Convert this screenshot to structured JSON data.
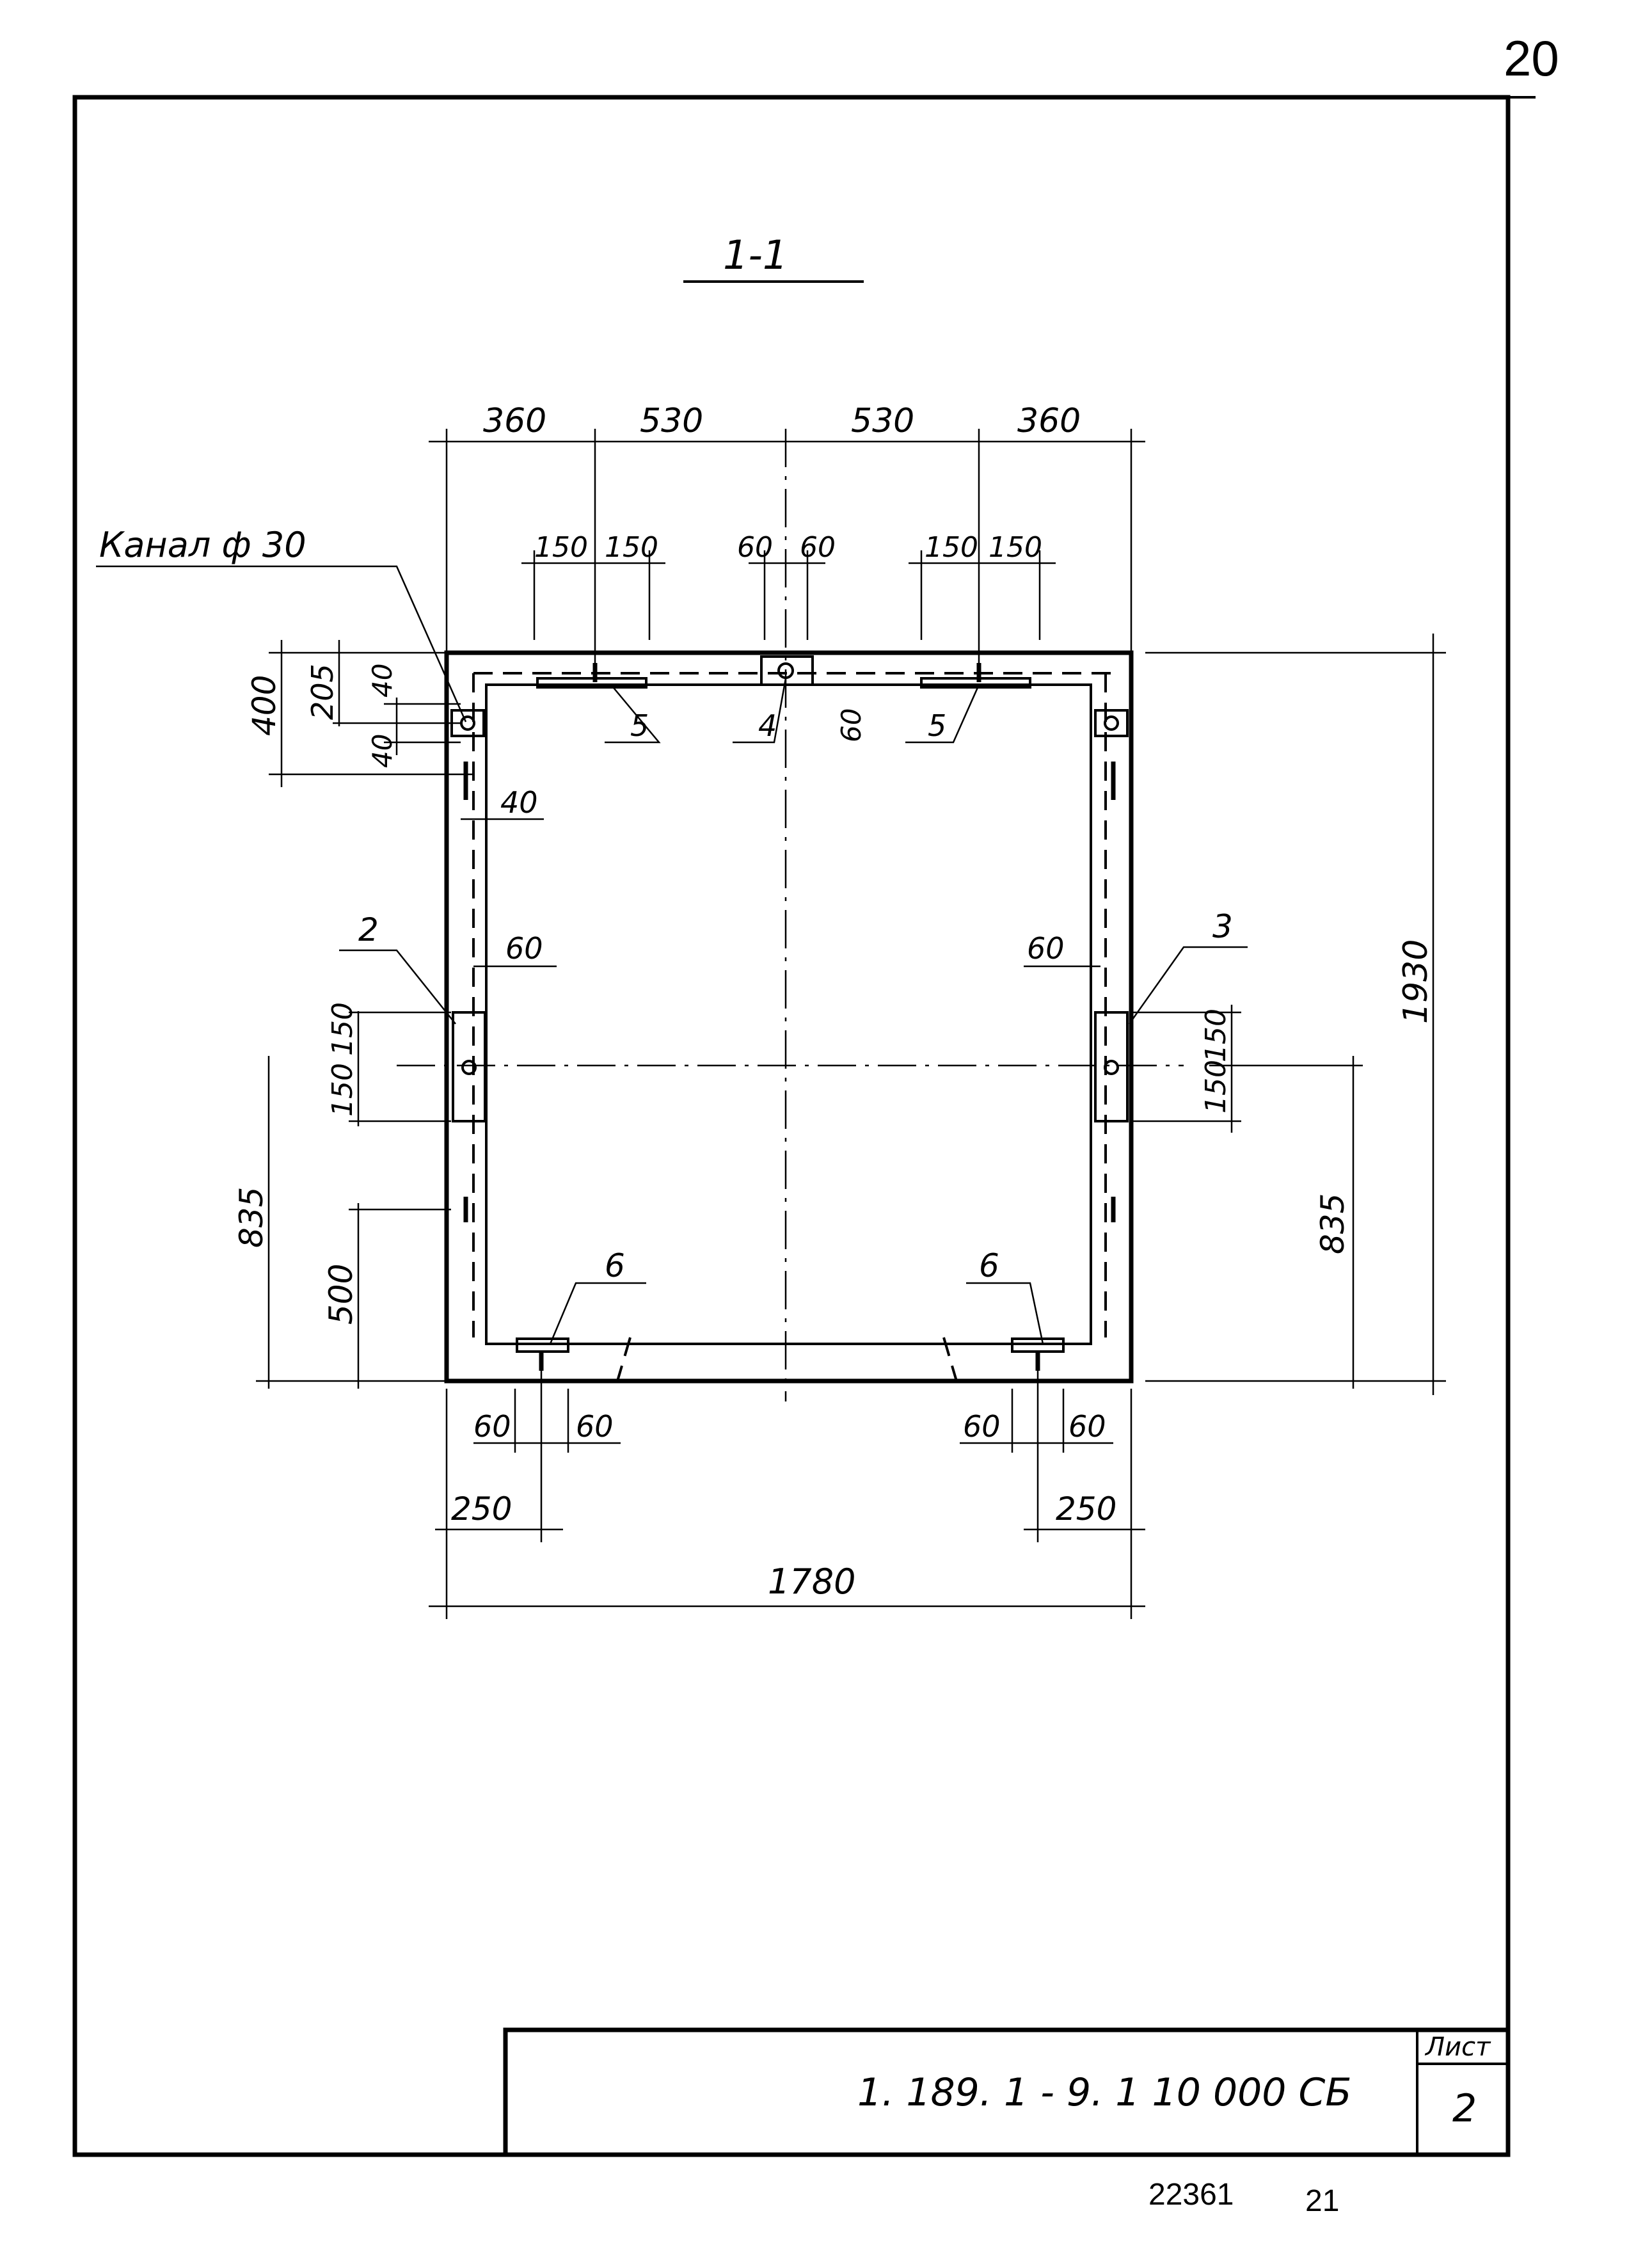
{
  "page": {
    "page_number": "20",
    "footer_inventory": "22361",
    "footer_number": "21"
  },
  "drawing": {
    "section_label": "1-1",
    "channel_callout": "Канал ф 30",
    "top_dimensions": [
      "360",
      "530",
      "530",
      "360"
    ],
    "top_sub_dimensions": [
      "150",
      "150",
      "60",
      "60",
      "150",
      "150"
    ],
    "overall_width": "1780",
    "overall_height": "1930",
    "left_dims": {
      "d400": "400",
      "d205": "205",
      "d40a": "40",
      "d40b": "40",
      "d40c": "40",
      "d60": "60",
      "d150a": "150",
      "d150b": "150",
      "d835": "835",
      "d500": "500"
    },
    "right_dims": {
      "d60": "60",
      "d150a": "150",
      "d150b": "150",
      "d835": "835"
    },
    "bottom_dims": {
      "left_60a": "60",
      "left_60b": "60",
      "left_250": "250",
      "right_60a": "60",
      "right_60b": "60",
      "right_250": "250"
    },
    "inner_60": "60",
    "part_marks": [
      "2",
      "3",
      "4",
      "5",
      "5",
      "6",
      "6"
    ]
  },
  "title_block": {
    "designation": "1. 189. 1 - 9. 1 10 000 СБ",
    "sheet_label": "Лист",
    "sheet_number": "2"
  }
}
